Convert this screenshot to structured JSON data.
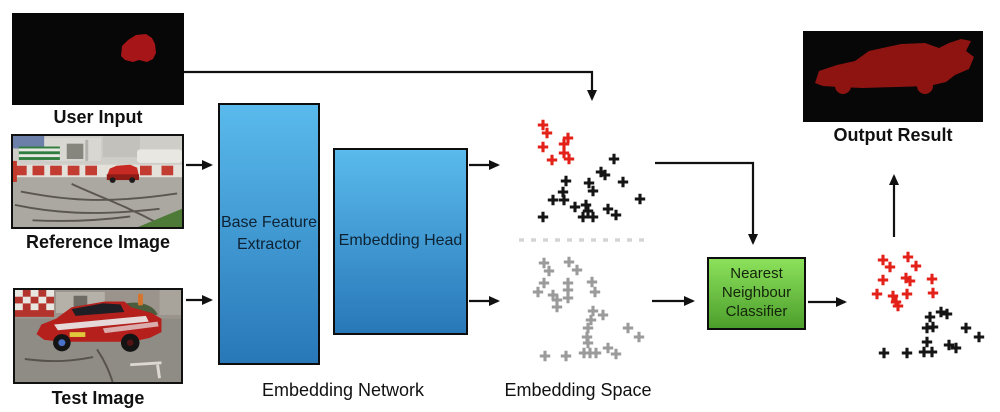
{
  "diagram": {
    "title_implicit": "Embedding network based segmentation pipeline",
    "labels": {
      "user_input": "User Input",
      "reference_image": "Reference Image",
      "test_image": "Test Image",
      "output_result": "Output Result",
      "embedding_network": "Embedding Network",
      "embedding_space": "Embedding Space"
    },
    "nodes": {
      "base_feature_extractor": {
        "label": "Base Feature Extractor"
      },
      "embedding_head": {
        "label": "Embedding Head"
      },
      "nearest_neighbour_classifier": {
        "label": "Nearest Neighbour Classifier"
      }
    },
    "colors": {
      "node_blue_top": "#5abaec",
      "node_blue_bottom": "#2878b8",
      "node_green_top": "#8ce15b",
      "node_green_bottom": "#4d9f2c",
      "plus_red": "#e32119",
      "plus_black": "#151515",
      "plus_gray": "#9b9b9b",
      "user_mask_red": "#a61518",
      "output_mask_red": "#8e1412",
      "divider_gray": "#d4d4d4",
      "connector_black": "#111111"
    },
    "scatter": {
      "embedding_space_reference": {
        "groups": [
          {
            "name": "reference-marked-red",
            "color": "#e32119",
            "points": [
              [
                543,
                125
              ],
              [
                547,
                133
              ],
              [
                568,
                138
              ],
              [
                543,
                147
              ],
              [
                564,
                144
              ],
              [
                564,
                153
              ],
              [
                552,
                160
              ],
              [
                569,
                159
              ]
            ]
          },
          {
            "name": "reference-unmarked-black",
            "color": "#151515",
            "points": [
              [
                614,
                159
              ],
              [
                601,
                172
              ],
              [
                605,
                175
              ],
              [
                566,
                181
              ],
              [
                589,
                183
              ],
              [
                623,
                182
              ],
              [
                563,
                192
              ],
              [
                593,
                191
              ],
              [
                553,
                200
              ],
              [
                564,
                200
              ],
              [
                640,
                199
              ],
              [
                575,
                207
              ],
              [
                586,
                205
              ],
              [
                588,
                211
              ],
              [
                608,
                209
              ],
              [
                543,
                217
              ],
              [
                583,
                217
              ],
              [
                593,
                217
              ],
              [
                616,
                215
              ]
            ]
          }
        ]
      },
      "embedding_space_test": {
        "groups": [
          {
            "name": "test-unclassified-gray",
            "color": "#9b9b9b",
            "points": [
              [
                544,
                263
              ],
              [
                549,
                271
              ],
              [
                569,
                262
              ],
              [
                577,
                270
              ],
              [
                544,
                283
              ],
              [
                568,
                283
              ],
              [
                538,
                292
              ],
              [
                553,
                295
              ],
              [
                568,
                290
              ],
              [
                592,
                282
              ],
              [
                595,
                292
              ],
              [
                557,
                300
              ],
              [
                568,
                298
              ],
              [
                557,
                307
              ],
              [
                593,
                311
              ],
              [
                603,
                315
              ],
              [
                591,
                320
              ],
              [
                588,
                328
              ],
              [
                628,
                328
              ],
              [
                639,
                337
              ],
              [
                587,
                337
              ],
              [
                588,
                343
              ],
              [
                545,
                356
              ],
              [
                566,
                356
              ],
              [
                584,
                353
              ],
              [
                590,
                353
              ],
              [
                596,
                353
              ],
              [
                608,
                348
              ],
              [
                616,
                354
              ]
            ]
          }
        ]
      },
      "classifier_output": {
        "groups": [
          {
            "name": "classified-red",
            "color": "#e32119",
            "points": [
              [
                883,
                260
              ],
              [
                890,
                267
              ],
              [
                908,
                257
              ],
              [
                916,
                266
              ],
              [
                883,
                280
              ],
              [
                906,
                278
              ],
              [
                910,
                281
              ],
              [
                932,
                279
              ],
              [
                877,
                294
              ],
              [
                893,
                296
              ],
              [
                907,
                294
              ],
              [
                933,
                293
              ],
              [
                896,
                302
              ],
              [
                898,
                306
              ]
            ]
          },
          {
            "name": "classified-black",
            "color": "#151515",
            "points": [
              [
                930,
                317
              ],
              [
                941,
                312
              ],
              [
                947,
                314
              ],
              [
                927,
                328
              ],
              [
                933,
                327
              ],
              [
                966,
                328
              ],
              [
                979,
                337
              ],
              [
                927,
                342
              ],
              [
                949,
                345
              ],
              [
                956,
                348
              ],
              [
                884,
                353
              ],
              [
                907,
                353
              ],
              [
                924,
                352
              ],
              [
                932,
                352
              ]
            ]
          }
        ]
      }
    }
  }
}
